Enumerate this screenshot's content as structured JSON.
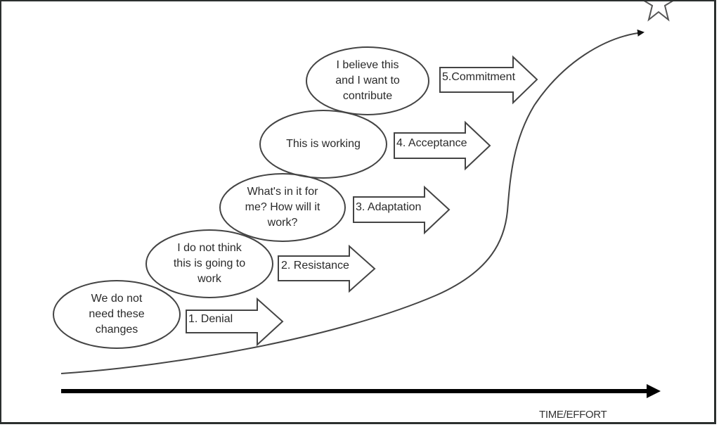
{
  "diagram": {
    "colors": {
      "stroke": "#444444",
      "axis": "#000000",
      "frame": "#2b2f2e",
      "text": "#2a2a2a"
    },
    "stages": [
      {
        "thought": "We do not\nneed these\nchanges",
        "stage_label": "1. Denial"
      },
      {
        "thought": "I do not think\nthis is going to\nwork",
        "stage_label": "2. Resistance"
      },
      {
        "thought": "What's in it for\nme? How will it\nwork?",
        "stage_label": "3. Adaptation"
      },
      {
        "thought": "This is working",
        "stage_label": "4. Acceptance"
      },
      {
        "thought": "I believe this\nand I want to\ncontribute",
        "stage_label": "5.Commitment"
      }
    ],
    "axis_label": "TIME/EFFORT",
    "goal_icon": "star-icon",
    "curve_icon": "growth-curve-arrow"
  }
}
